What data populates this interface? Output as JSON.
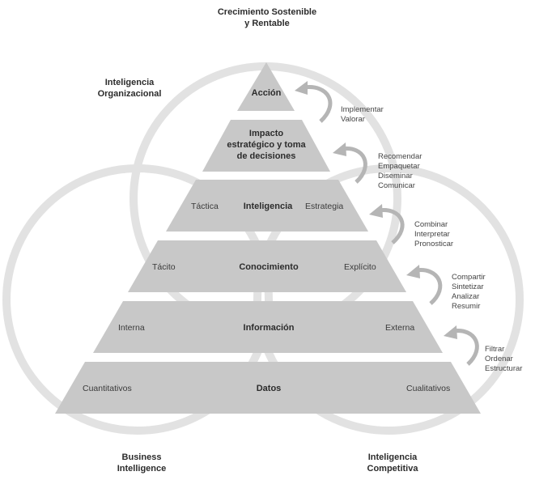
{
  "top_label": [
    "Crecimiento Sostenible",
    "y Rentable"
  ],
  "org_label": [
    "Inteligencia",
    "Organizacional"
  ],
  "bi_label": [
    "Business",
    "Intelligence"
  ],
  "ci_label": [
    "Inteligencia",
    "Competitiva"
  ],
  "tiers": {
    "accion": {
      "title": "Acción"
    },
    "impacto": {
      "title": [
        "Impacto",
        "estratégico y toma",
        "de decisiones"
      ]
    },
    "inteligencia": {
      "title": "Inteligencia",
      "left": "Táctica",
      "right": "Estrategia"
    },
    "conocimiento": {
      "title": "Conocimiento",
      "left": "Tácito",
      "right": "Explícito"
    },
    "informacion": {
      "title": "Información",
      "left": "Interna",
      "right": "Externa"
    },
    "datos": {
      "title": "Datos",
      "left": "Cuantitativos",
      "right": "Cualitativos"
    }
  },
  "processes": {
    "p1": [
      "Implementar",
      "Valorar"
    ],
    "p2": [
      "Recomendar",
      "Empaquetar",
      "Diseminar",
      "Comunicar"
    ],
    "p3": [
      "Combinar",
      "Interpretar",
      "Pronosticar"
    ],
    "p4": [
      "Compartir",
      "Sintetizar",
      "Analizar",
      "Resumir"
    ],
    "p5": [
      "Filtrar",
      "Ordenar",
      "Estructurar"
    ]
  },
  "colors": {
    "tier_fill": "#c8c8c8",
    "circle_stroke": "#e2e2e2",
    "arrow": "#b5b5b5"
  }
}
